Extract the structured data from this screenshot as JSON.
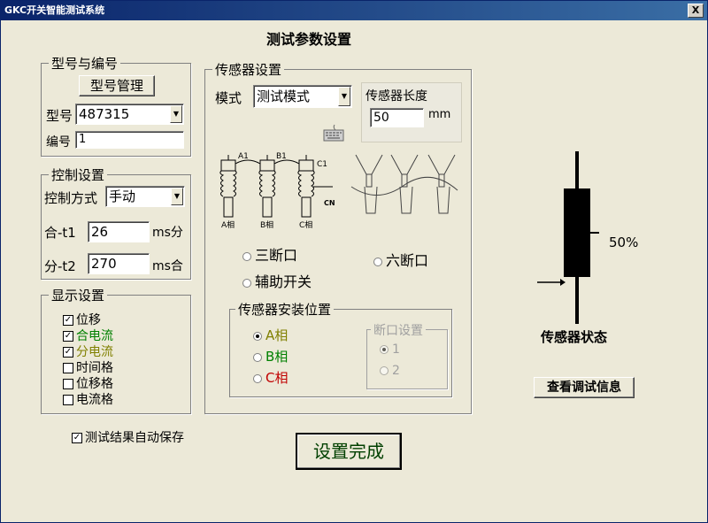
{
  "window": {
    "title": "GKC开关智能测试系统",
    "close_label": "X"
  },
  "page_title": "测试参数设置",
  "model_group": {
    "legend": "型号与编号",
    "manage_button": "型号管理",
    "model_label": "型号",
    "model_value": "487315",
    "serial_label": "编号",
    "serial_value": "1"
  },
  "control_group": {
    "legend": "控制设置",
    "mode_label": "控制方式",
    "mode_value": "手动",
    "t1_label": "合-t1",
    "t1_value": "26",
    "t1_unit": "ms分",
    "t2_label": "分-t2",
    "t2_value": "270",
    "t2_unit": "ms合"
  },
  "display_group": {
    "legend": "显示设置",
    "items": [
      {
        "label": "位移",
        "checked": true,
        "color": "#000000"
      },
      {
        "label": "合电流",
        "checked": true,
        "color": "#008000"
      },
      {
        "label": "分电流",
        "checked": true,
        "color": "#808000"
      },
      {
        "label": "时间格",
        "checked": false,
        "color": "#000000"
      },
      {
        "label": "位移格",
        "checked": false,
        "color": "#000000"
      },
      {
        "label": "电流格",
        "checked": false,
        "color": "#000000"
      }
    ]
  },
  "auto_save": {
    "label": "测试结果自动保存",
    "checked": true
  },
  "sensor_group": {
    "legend": "传感器设置",
    "mode_label": "模式",
    "mode_value": "测试模式",
    "length_label": "传感器长度",
    "length_value": "50",
    "length_unit": "mm",
    "breaker_labels": {
      "a": "A相",
      "b": "B相",
      "c": "C相",
      "a1": "A1",
      "b1": "B1",
      "c1": "C1",
      "cn": "CN"
    },
    "options": [
      {
        "label": "三断口",
        "selected": false
      },
      {
        "label": "六断口",
        "selected": false
      },
      {
        "label": "辅助开关",
        "selected": false
      }
    ],
    "install": {
      "legend": "传感器安装位置",
      "phases": [
        {
          "label": "A相",
          "selected": true,
          "color": "#808000"
        },
        {
          "label": "B相",
          "selected": false,
          "color": "#008000"
        },
        {
          "label": "C相",
          "selected": false,
          "color": "#c00000"
        }
      ],
      "break_group": {
        "legend": "断口设置",
        "items": [
          {
            "label": "1",
            "selected": true
          },
          {
            "label": "2",
            "selected": false
          }
        ]
      }
    }
  },
  "sensor_state": {
    "title": "传感器状态",
    "percent_label": "50%",
    "level": 0.5,
    "debug_button": "查看调试信息"
  },
  "done_button": "设置完成"
}
